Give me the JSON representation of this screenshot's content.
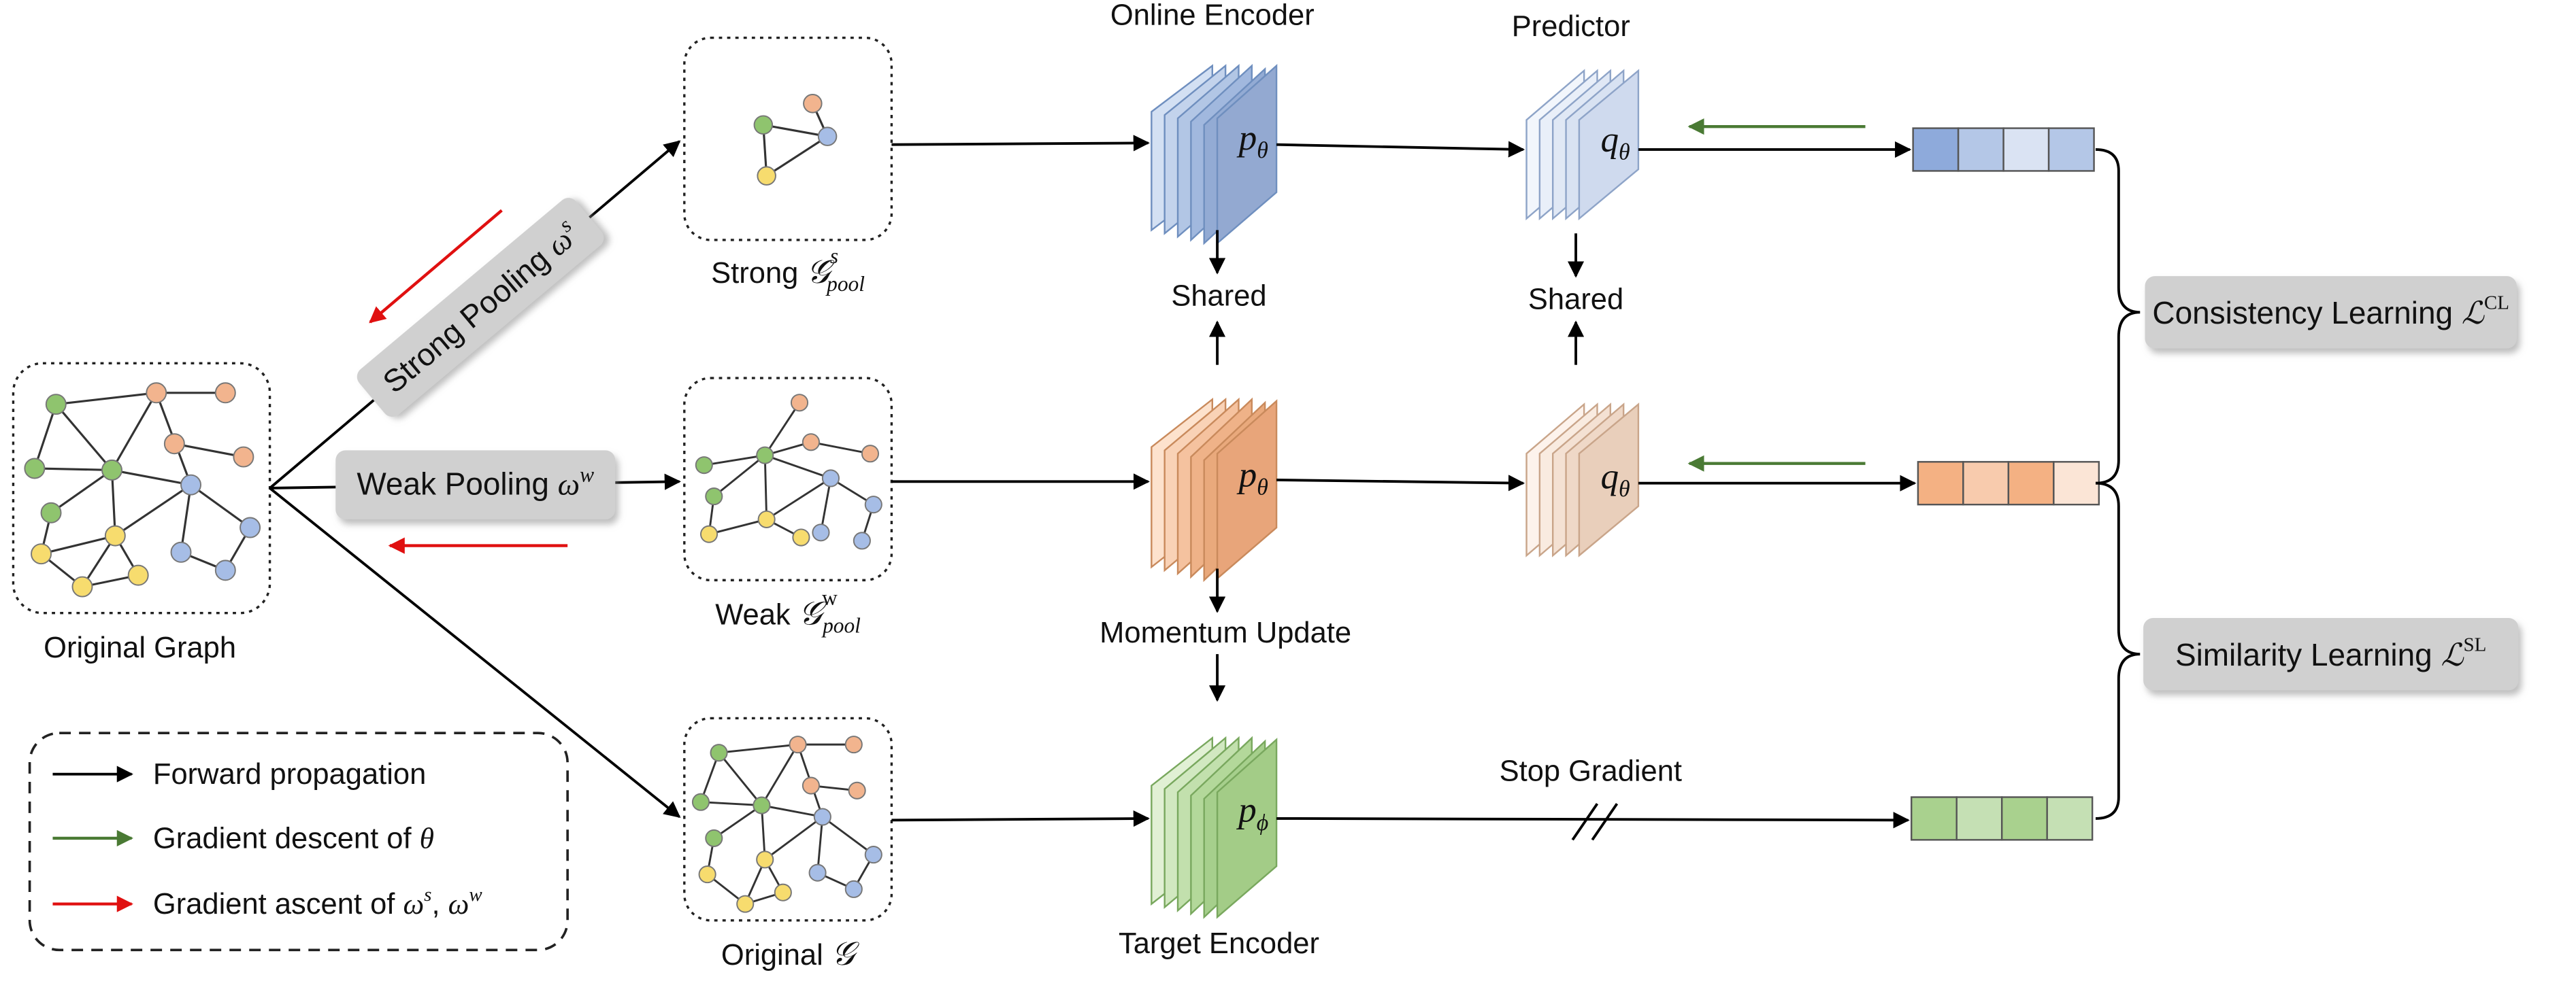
{
  "colors": {
    "arrow_forward": "#000000",
    "arrow_descent": "#4a7a34",
    "arrow_ascent": "#e01010",
    "node_green": "#8fc46e",
    "node_orange": "#f2b48e",
    "node_blue": "#a6bde6",
    "node_yellow": "#f7dc6e",
    "online_encoder": "#9fb8e0",
    "target_encoder": "#a9d18e",
    "momentum_encoder": "#f4b183",
    "predictor_online": "#dae3f3",
    "predictor_momentum": "#f8e2d4",
    "gray_box": "#d0d0d0"
  },
  "original_graph": {
    "label": "Original Graph"
  },
  "pooling": {
    "strong_label": "Strong Pooling ",
    "strong_sym": "ω",
    "strong_sup": "s",
    "weak_label": "Weak Pooling ",
    "weak_sym": "ω",
    "weak_sup": "w"
  },
  "views": {
    "strong_prefix": "Strong ",
    "strong_sym": "𝒢",
    "strong_sup": "s",
    "strong_sub": "pool",
    "weak_prefix": "Weak ",
    "weak_sym": "𝒢",
    "weak_sup": "w",
    "weak_sub": "pool",
    "original_prefix": "Original ",
    "original_sym": "𝒢"
  },
  "encoders": {
    "online_title": "Online Encoder",
    "online_symbol": "p",
    "online_sub": "θ",
    "momentum_symbol": "p",
    "momentum_sub": "θ",
    "target_title": "Target Encoder",
    "target_symbol": "p",
    "target_sub": "ϕ",
    "shared_label_1": "Shared",
    "momentum_update": "Momentum Update"
  },
  "predictor": {
    "title": "Predictor",
    "symbol_1": "q",
    "sub_1": "θ",
    "symbol_2": "q",
    "sub_2": "θ",
    "shared_label_2": "Shared"
  },
  "stop_gradient": "Stop Gradient",
  "losses": {
    "consistency_label": "Consistency Learning ",
    "consistency_sym": "ℒ",
    "consistency_sup": "CL",
    "similarity_label": "Similarity Learning ",
    "similarity_sym": "ℒ",
    "similarity_sup": "SL"
  },
  "legend": {
    "forward": "Forward propagation",
    "descent_prefix": "Gradient descent of ",
    "descent_sym": "θ",
    "ascent_prefix": "Gradient ascent of ",
    "ascent_sym1": "ω",
    "ascent_sup1": "s",
    "ascent_sep": ", ",
    "ascent_sym2": "ω",
    "ascent_sup2": "w"
  },
  "embeddings": {
    "top": [
      "#8eaadb",
      "#b4c7e7",
      "#dae3f3",
      "#b4c7e7"
    ],
    "middle": [
      "#f4b183",
      "#f8cbad",
      "#f4b183",
      "#fbe5d6"
    ],
    "bottom": [
      "#a9d18e",
      "#c5e0b4",
      "#a9d18e",
      "#c5e0b4"
    ]
  }
}
